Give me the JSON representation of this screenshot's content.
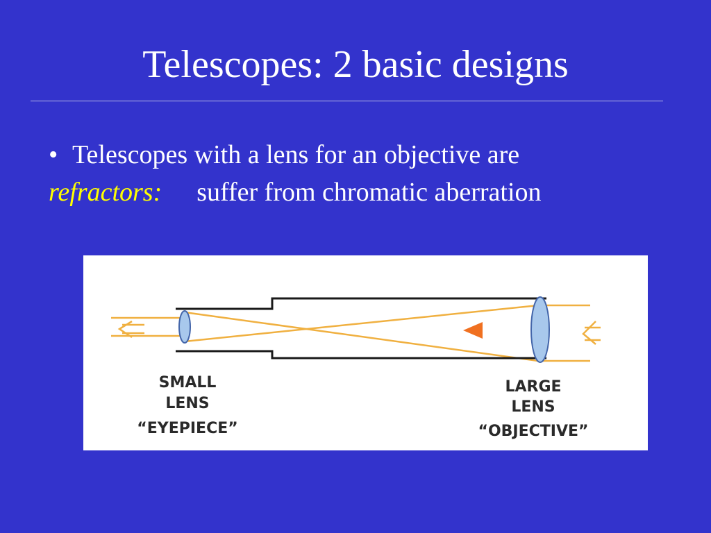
{
  "slide": {
    "title": "Telescopes: 2 basic designs",
    "bullet": {
      "marker": "•",
      "line1": "Telescopes with a lens for an objective are",
      "term": "refractors:",
      "line2_rest": "suffer from chromatic aberration"
    }
  },
  "figure": {
    "eyepiece_label": [
      "SMALL",
      "LENS",
      "“EYEPIECE”"
    ],
    "objective_label": [
      "LARGE",
      "LENS",
      "“OBJECTIVE”"
    ]
  },
  "colors": {
    "background": "#3333cc",
    "text": "#ffffff",
    "highlight": "#ffff00",
    "light_ray": "#f0b040",
    "lens": "#a8c8ec",
    "arrow": "#f07020"
  }
}
